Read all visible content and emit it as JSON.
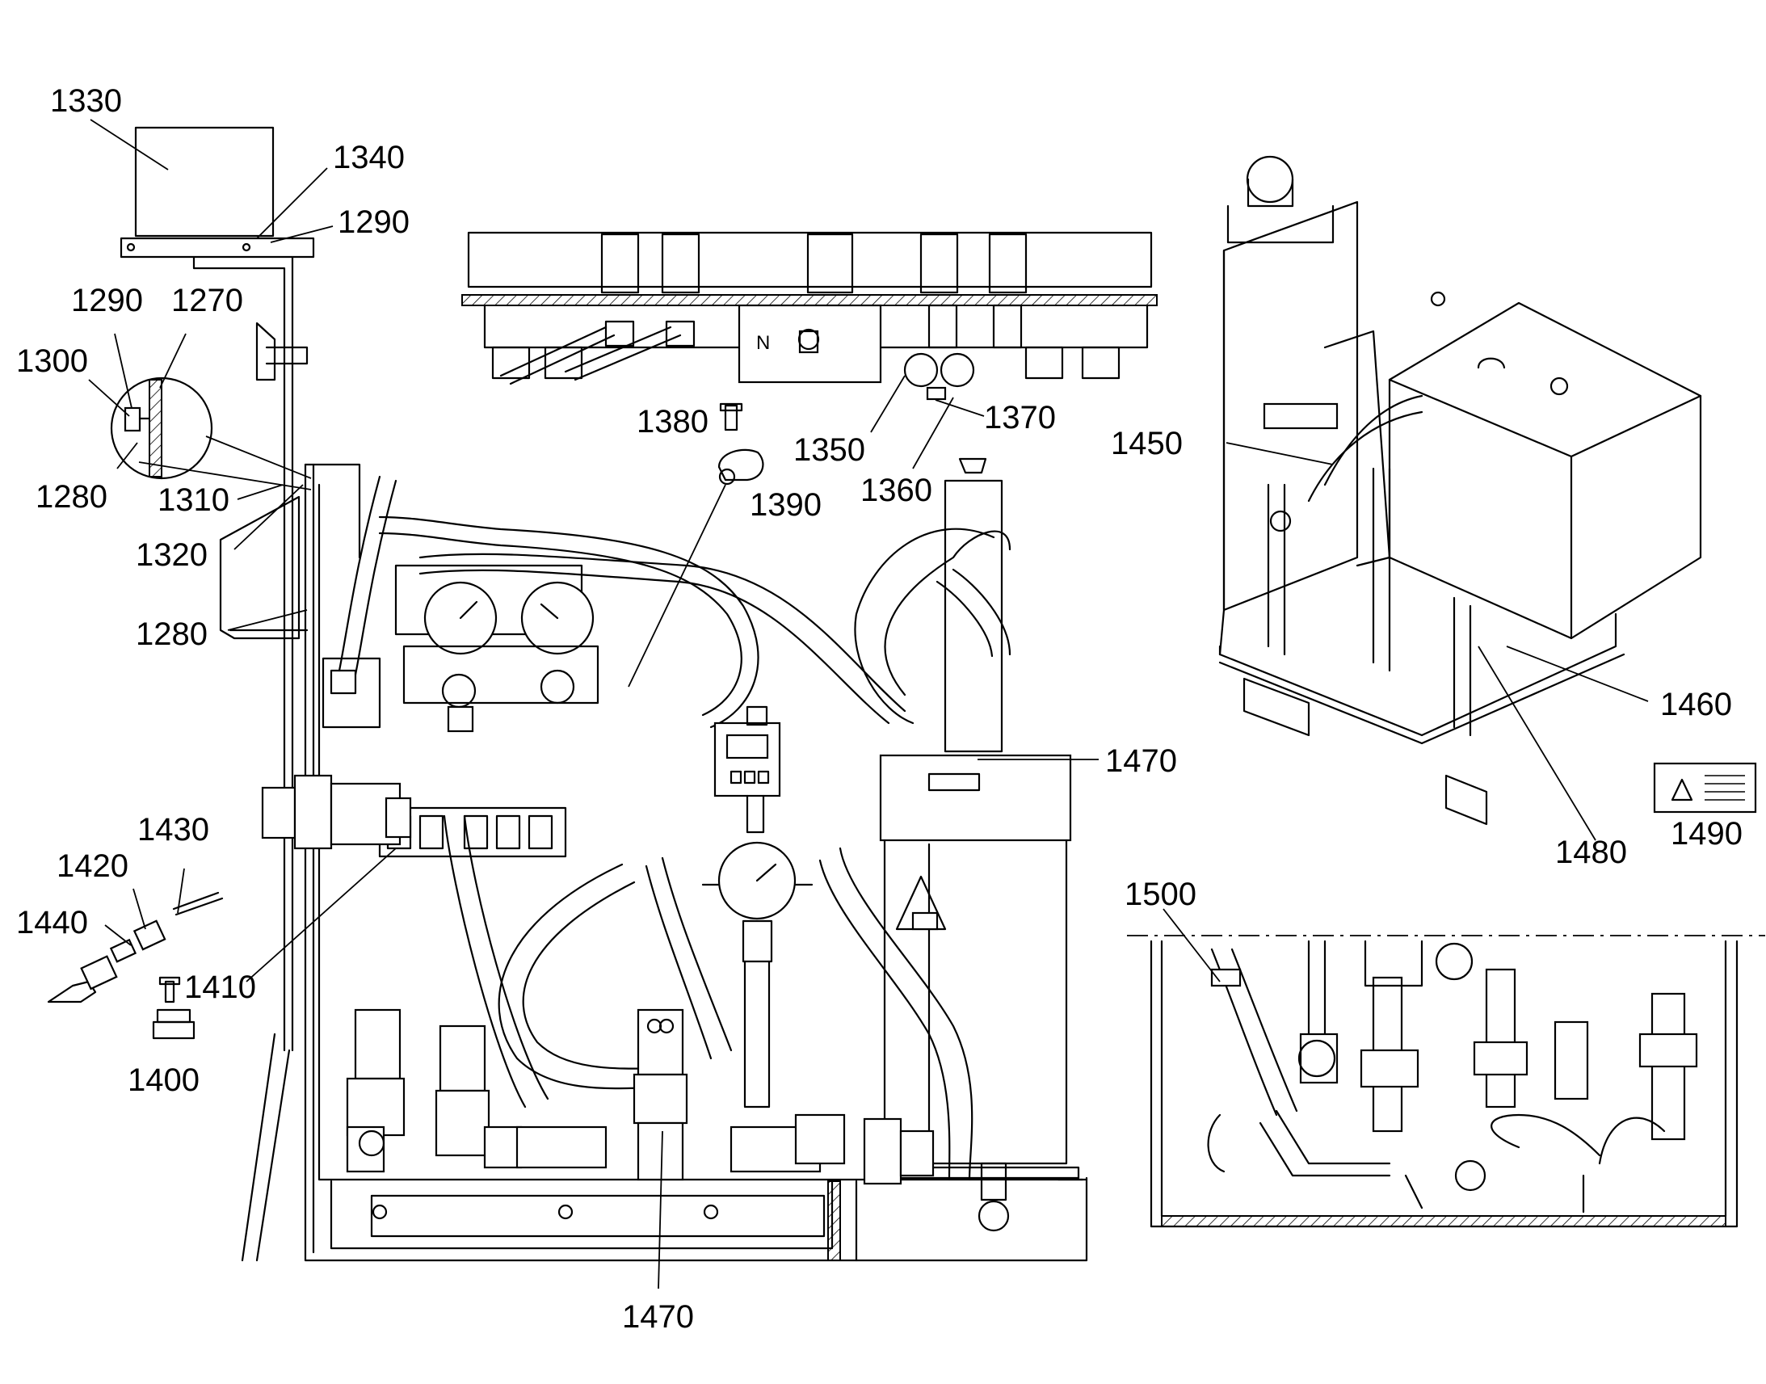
{
  "callouts": {
    "c1330": "1330",
    "c1340": "1340",
    "c1290a": "1290",
    "c1290b": "1290",
    "c1270": "1270",
    "c1300": "1300",
    "c1280a": "1280",
    "c1310": "1310",
    "c1320": "1320",
    "c1280b": "1280",
    "c1380": "1380",
    "c1390": "1390",
    "c1350": "1350",
    "c1360": "1360",
    "c1370": "1370",
    "c1450": "1450",
    "c1460": "1460",
    "c1470a": "1470",
    "c1430": "1430",
    "c1420": "1420",
    "c1440": "1440",
    "c1410": "1410",
    "c1400": "1400",
    "c1480": "1480",
    "c1490": "1490",
    "c1500": "1500",
    "c1470b": "1470"
  },
  "marks": {
    "valve_block_letter": "N"
  }
}
